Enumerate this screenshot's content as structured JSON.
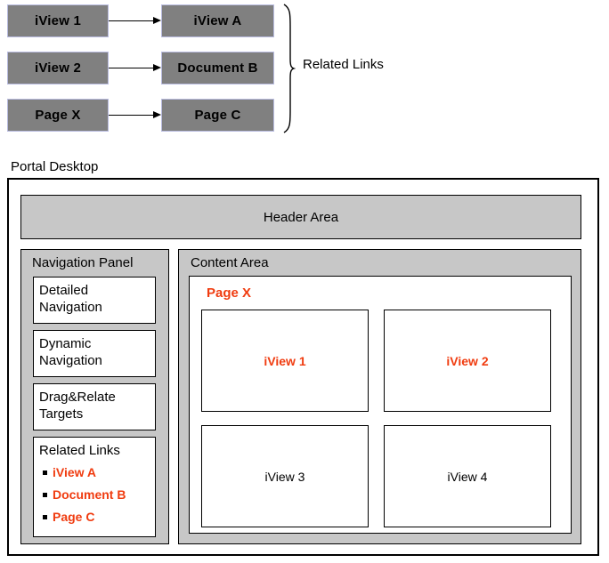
{
  "mapping": {
    "rows": [
      {
        "source": "iView 1",
        "target": "iView A"
      },
      {
        "source": "iView 2",
        "target": "Document B"
      },
      {
        "source": "Page X",
        "target": "Page C"
      }
    ],
    "brace_caption": "Related Links"
  },
  "portal": {
    "label": "Portal Desktop",
    "header": {
      "title": "Header Area"
    },
    "navigation_panel": {
      "title": "Navigation Panel",
      "boxes": [
        {
          "lines": [
            "Detailed",
            "Navigation"
          ]
        },
        {
          "lines": [
            "Dynamic",
            "Navigation"
          ]
        },
        {
          "lines": [
            "Drag&Relate",
            "Targets"
          ]
        }
      ],
      "related_links": {
        "title": "Related Links",
        "items": [
          "iView A",
          "Document B",
          "Page C"
        ]
      }
    },
    "content_area": {
      "title": "Content Area",
      "page_title": "Page X",
      "iviews": [
        {
          "label": "iView 1",
          "highlighted": true
        },
        {
          "label": "iView 2",
          "highlighted": true
        },
        {
          "label": "iView 3",
          "highlighted": false
        },
        {
          "label": "iView 4",
          "highlighted": false
        }
      ]
    }
  },
  "colors": {
    "box_fill": "#808080",
    "box_border": "#b9bce0",
    "panel_fill": "#c7c7c7",
    "highlight": "#f03c10",
    "line": "#000000",
    "background": "#ffffff"
  }
}
